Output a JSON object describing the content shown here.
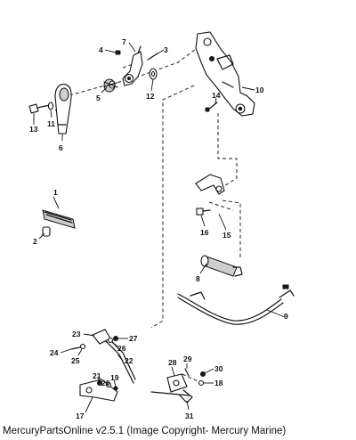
{
  "caption": "MercuryPartsOnline v2.5.1 (Image Copyright- Mercury Marine)",
  "callouts": [
    "1",
    "2",
    "3",
    "4",
    "5",
    "6",
    "7",
    "8",
    "9",
    "10",
    "11",
    "12",
    "13",
    "14",
    "15",
    "16",
    "17",
    "18",
    "19",
    "20",
    "21",
    "22",
    "23",
    "24",
    "25",
    "26",
    "27",
    "28",
    "29",
    "30",
    "31"
  ]
}
